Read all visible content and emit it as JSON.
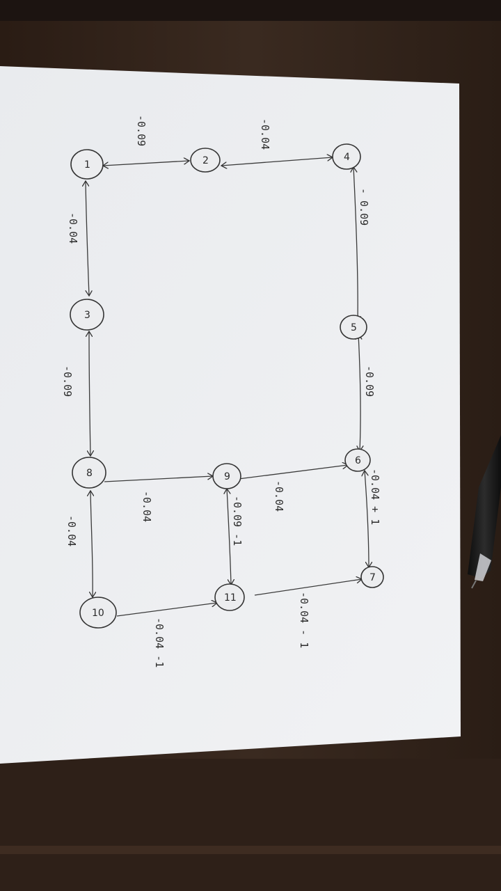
{
  "photo": {
    "subject": "graph-on-paper",
    "colors": {
      "wood_dark": "#241812",
      "wood_mid": "#3b2a20",
      "paper": "#eceef0",
      "ink": "#2f2f2f",
      "pen_body": "#1a1a1a"
    }
  },
  "nodes": [
    {
      "id": "n1",
      "label": "1"
    },
    {
      "id": "n2",
      "label": "2"
    },
    {
      "id": "n3",
      "label": "3"
    },
    {
      "id": "n4",
      "label": "4"
    },
    {
      "id": "n5",
      "label": "5"
    },
    {
      "id": "n6",
      "label": "6"
    },
    {
      "id": "n7",
      "label": "7"
    },
    {
      "id": "n8",
      "label": "8"
    },
    {
      "id": "n9",
      "label": "9"
    },
    {
      "id": "n10",
      "label": "10"
    },
    {
      "id": "n11",
      "label": "11"
    }
  ],
  "labels": {
    "l_4_5": "- 0.09",
    "l_2_4": "-0.04",
    "l_1_2": "-0.09",
    "l_1_3": "-0.04",
    "l_5_6": "-0.09",
    "l_3_8": "-0.09",
    "l_6_7": "-0.04 + 1",
    "l_6_9": "-0.04",
    "l_9_11": "-0.09 -1",
    "l_8_9": "-0.04",
    "l_8_10": "-0.04",
    "l_7_11": "-0.04 - 1",
    "l_10_11": "-0.04 -1"
  }
}
